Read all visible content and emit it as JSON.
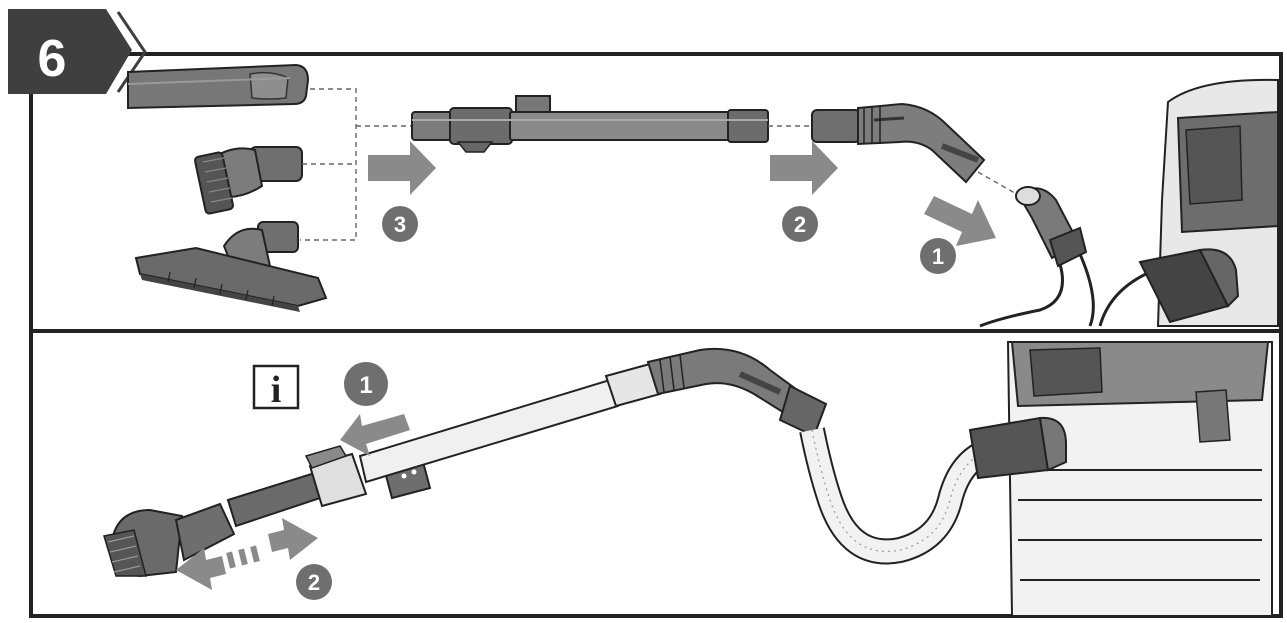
{
  "step": {
    "number": "6"
  },
  "top_panel": {
    "markers": [
      {
        "id": "m3",
        "label": "3"
      },
      {
        "id": "m2",
        "label": "2"
      },
      {
        "id": "m1",
        "label": "1"
      }
    ]
  },
  "bottom_panel": {
    "info_symbol": "i",
    "markers": [
      {
        "id": "b1",
        "label": "1"
      },
      {
        "id": "b2",
        "label": "2"
      }
    ]
  },
  "colors": {
    "badge_bg": "#3f3f3f",
    "marker_bg": "#6f6f6f",
    "arrow": "#8a8a8a",
    "outline": "#222222",
    "part_fill": "#7d7d7d",
    "part_dark": "#555555"
  },
  "icons": [
    "crevice-nozzle-icon",
    "brush-nozzle-icon",
    "floor-nozzle-icon",
    "extension-tube-icon",
    "handle-icon",
    "hose-icon",
    "vacuum-body-icon",
    "info-icon"
  ]
}
